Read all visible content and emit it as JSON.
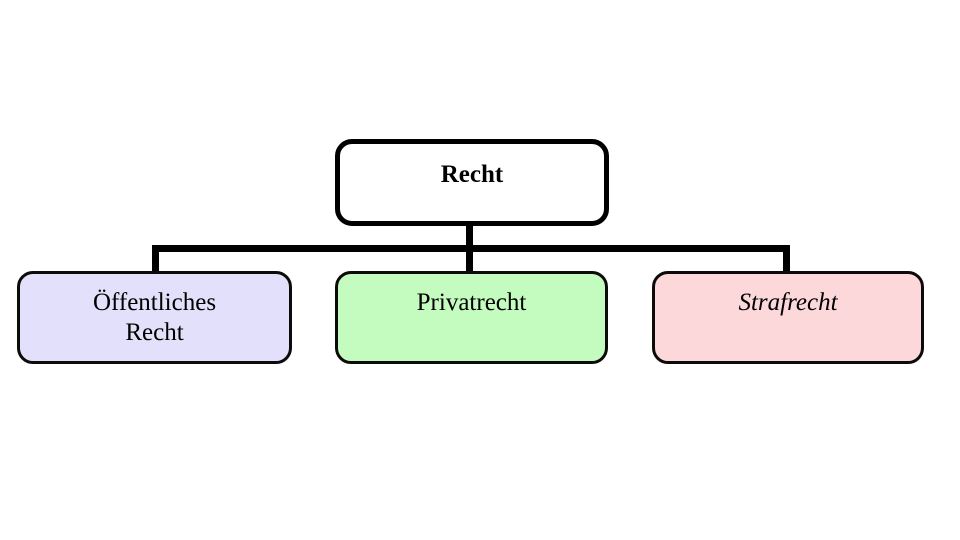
{
  "diagram": {
    "title": "Recht",
    "type": "tree",
    "background_color": "#ffffff",
    "line_color": "#000000",
    "root": {
      "id": "recht",
      "label": "Recht",
      "fill_color": "#ffffff",
      "border_color": "#000000",
      "text_style": "bold"
    },
    "children": [
      {
        "id": "oeffentliches-recht",
        "label": "Öffentliches\nRecht",
        "fill_color": "#e2e0fa",
        "border_color": "#0d0a0a",
        "text_style": "regular"
      },
      {
        "id": "privatrecht",
        "label": "Privatrecht",
        "fill_color": "#c3fcbe",
        "border_color": "#0d0a0a",
        "text_style": "regular"
      },
      {
        "id": "strafrecht",
        "label": "Strafrecht",
        "fill_color": "#fcd8db",
        "border_color": "#0d0a0a",
        "text_style": "italic"
      }
    ]
  }
}
